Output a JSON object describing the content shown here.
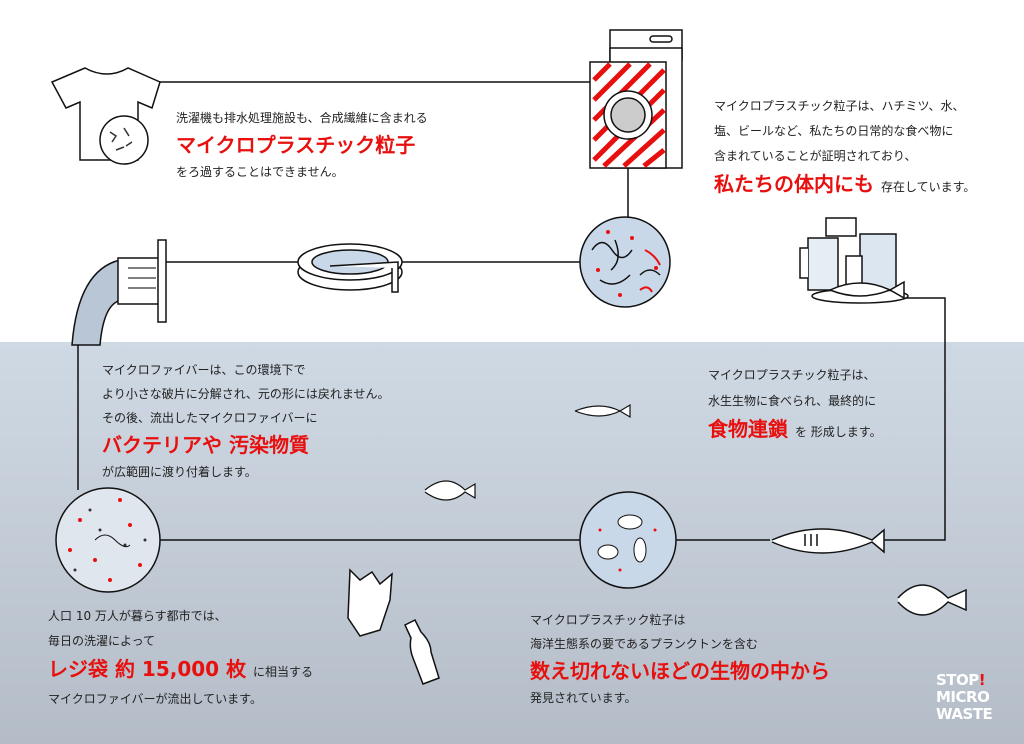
{
  "blocks": {
    "washing": {
      "line1": "洗濯機も排水処理施設も、合成繊維に含まれる",
      "highlight": "マイクロプラスチック粒子",
      "line3": "をろ過することはできません。"
    },
    "body": {
      "line1": "マイクロプラスチック粒子は、ハチミツ、水、",
      "line2": "塩、ビールなど、私たちの日常的な食べ物に",
      "line3": "含まれていることが証明されており、",
      "highlight": "私たちの体内にも",
      "suffix": "存在しています。"
    },
    "bacteria": {
      "line1": "マイクロファイバーは、この環境下で",
      "line2": "より小さな破片に分解され、元の形には戻れません。",
      "line3": "その後、流出したマイクロファイバーに",
      "highlight": "バクテリアや 汚染物質",
      "line5": "が広範囲に渡り付着します。"
    },
    "foodchain": {
      "line1": "マイクロプラスチック粒子は、",
      "line2": "水生生物に食べられ、最終的に",
      "highlight": "食物連鎖",
      "suffix": "を 形成します。"
    },
    "bags": {
      "line1": "人口 10 万人が暮らす都市では、",
      "line2": "毎日の洗濯によって",
      "highlight": "レジ袋 約 15,000 枚",
      "suffix": "に相当する",
      "line4": "マイクロファイバーが流出しています。"
    },
    "plankton": {
      "line1": "マイクロプラスチック粒子は",
      "line2": "海洋生態系の要であるプランクトンを含む",
      "highlight": "数え切れないほどの生物の中から",
      "line4": "発見されています。"
    }
  },
  "logo": {
    "line1": "STOP",
    "exclaim": "!",
    "line2": "MICRO",
    "line3": "WASTE"
  },
  "colors": {
    "accent": "#e8100f",
    "sea": "#c3ccd6"
  }
}
